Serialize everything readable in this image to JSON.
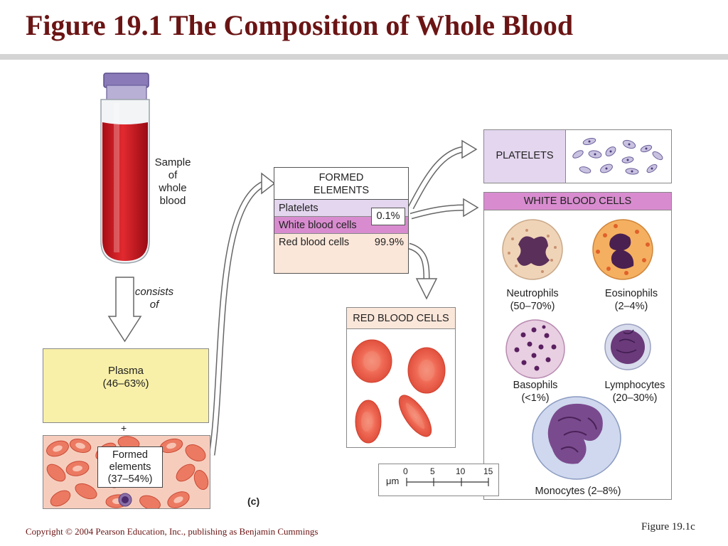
{
  "slide": {
    "title": "Figure 19.1  The Composition of Whole Blood",
    "copyright": "Copyright © 2004 Pearson Education, Inc., publishing as Benjamin Cummings",
    "figure_ref": "Figure 19.1c",
    "panel_letter": "(c)"
  },
  "colors": {
    "title": "#6b1414",
    "blood": "#c8141e",
    "plasma": "#f8f0a8",
    "wbc_header": "#d88ccf",
    "platelets_header": "#e3d6ee"
  },
  "tube": {
    "caption_line1": "Sample",
    "caption_line2": "of",
    "caption_line3": "whole",
    "caption_line4": "blood",
    "consists_line1": "consists",
    "consists_line2": "of"
  },
  "plasma": {
    "name": "Plasma",
    "percent": "(46–63%)"
  },
  "plus": "+",
  "formed": {
    "line1": "Formed",
    "line2": "elements",
    "line3": "(37–54%)"
  },
  "formed_table": {
    "head_line1": "FORMED",
    "head_line2": "ELEMENTS",
    "rows": [
      {
        "label": "Platelets"
      },
      {
        "label": "White blood cells"
      },
      {
        "label": "Red blood cells",
        "value": "99.9%"
      }
    ],
    "combined_value": "0.1%"
  },
  "platelets_panel": {
    "label": "PLATELETS"
  },
  "wbc_panel": {
    "label": "WHITE BLOOD CELLS",
    "cells": [
      {
        "name": "Neutrophils",
        "percent": "(50–70%)"
      },
      {
        "name": "Eosinophils",
        "percent": "(2–4%)"
      },
      {
        "name": "Basophils",
        "percent": "(<1%)"
      },
      {
        "name": "Lymphocytes",
        "percent": "(20–30%)"
      },
      {
        "name": "Monocytes (2–8%)"
      }
    ]
  },
  "rbc_panel": {
    "label": "RED BLOOD CELLS"
  },
  "scale": {
    "unit": "μm",
    "ticks": [
      "0",
      "5",
      "10",
      "15"
    ]
  }
}
